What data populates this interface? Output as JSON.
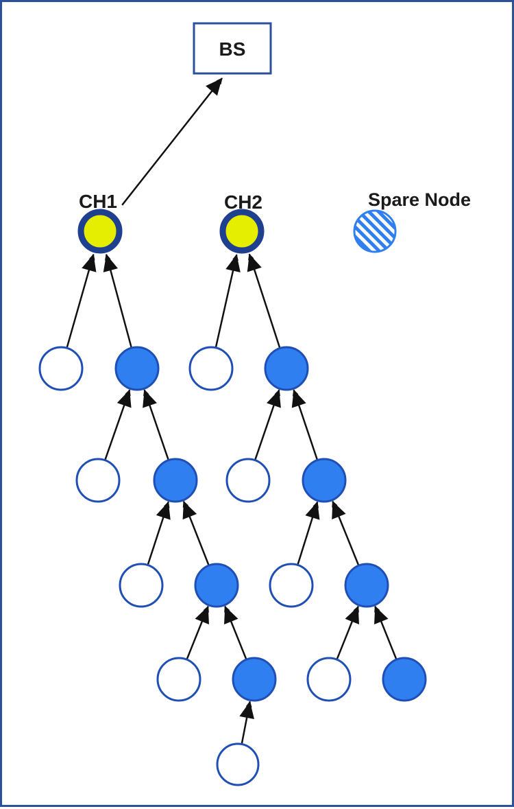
{
  "base_station": {
    "label": "BS"
  },
  "cluster_heads": [
    {
      "id": "ch1",
      "label": "CH1"
    },
    {
      "id": "ch2",
      "label": "CH2"
    }
  ],
  "spare_node": {
    "label": "Spare Node"
  },
  "legend_colors": {
    "border": "#2c4f9e",
    "cluster_head_fill": "#e6ee00",
    "cluster_head_ring": "#1f3f8f",
    "active_node_fill": "#2f7ff0",
    "idle_node_fill": "#ffffff",
    "spare_stripe": "#2f7ff0",
    "arrow": "#111111"
  },
  "nodes": [
    {
      "id": "a1",
      "kind": "idle"
    },
    {
      "id": "a2",
      "kind": "active"
    },
    {
      "id": "a3",
      "kind": "idle"
    },
    {
      "id": "a4",
      "kind": "active"
    },
    {
      "id": "a5",
      "kind": "idle"
    },
    {
      "id": "a6",
      "kind": "active"
    },
    {
      "id": "a7",
      "kind": "idle"
    },
    {
      "id": "a8",
      "kind": "active"
    },
    {
      "id": "a9",
      "kind": "idle"
    },
    {
      "id": "b1",
      "kind": "idle"
    },
    {
      "id": "b2",
      "kind": "active"
    },
    {
      "id": "b3",
      "kind": "idle"
    },
    {
      "id": "b4",
      "kind": "active"
    },
    {
      "id": "b5",
      "kind": "idle"
    },
    {
      "id": "b6",
      "kind": "active"
    },
    {
      "id": "b7",
      "kind": "idle"
    },
    {
      "id": "b8",
      "kind": "active"
    }
  ],
  "links": [
    {
      "from": "ch1",
      "to": "bs"
    },
    {
      "from": "a1",
      "to": "ch1"
    },
    {
      "from": "a2",
      "to": "ch1"
    },
    {
      "from": "a3",
      "to": "a2"
    },
    {
      "from": "a4",
      "to": "a2"
    },
    {
      "from": "a5",
      "to": "a4"
    },
    {
      "from": "a6",
      "to": "a4"
    },
    {
      "from": "a7",
      "to": "a6"
    },
    {
      "from": "a8",
      "to": "a6"
    },
    {
      "from": "a9",
      "to": "a8"
    },
    {
      "from": "b1",
      "to": "ch2"
    },
    {
      "from": "b2",
      "to": "ch2"
    },
    {
      "from": "b3",
      "to": "b2"
    },
    {
      "from": "b4",
      "to": "b2"
    },
    {
      "from": "b5",
      "to": "b4"
    },
    {
      "from": "b6",
      "to": "b4"
    },
    {
      "from": "b7",
      "to": "b6"
    },
    {
      "from": "b8",
      "to": "b6"
    }
  ]
}
